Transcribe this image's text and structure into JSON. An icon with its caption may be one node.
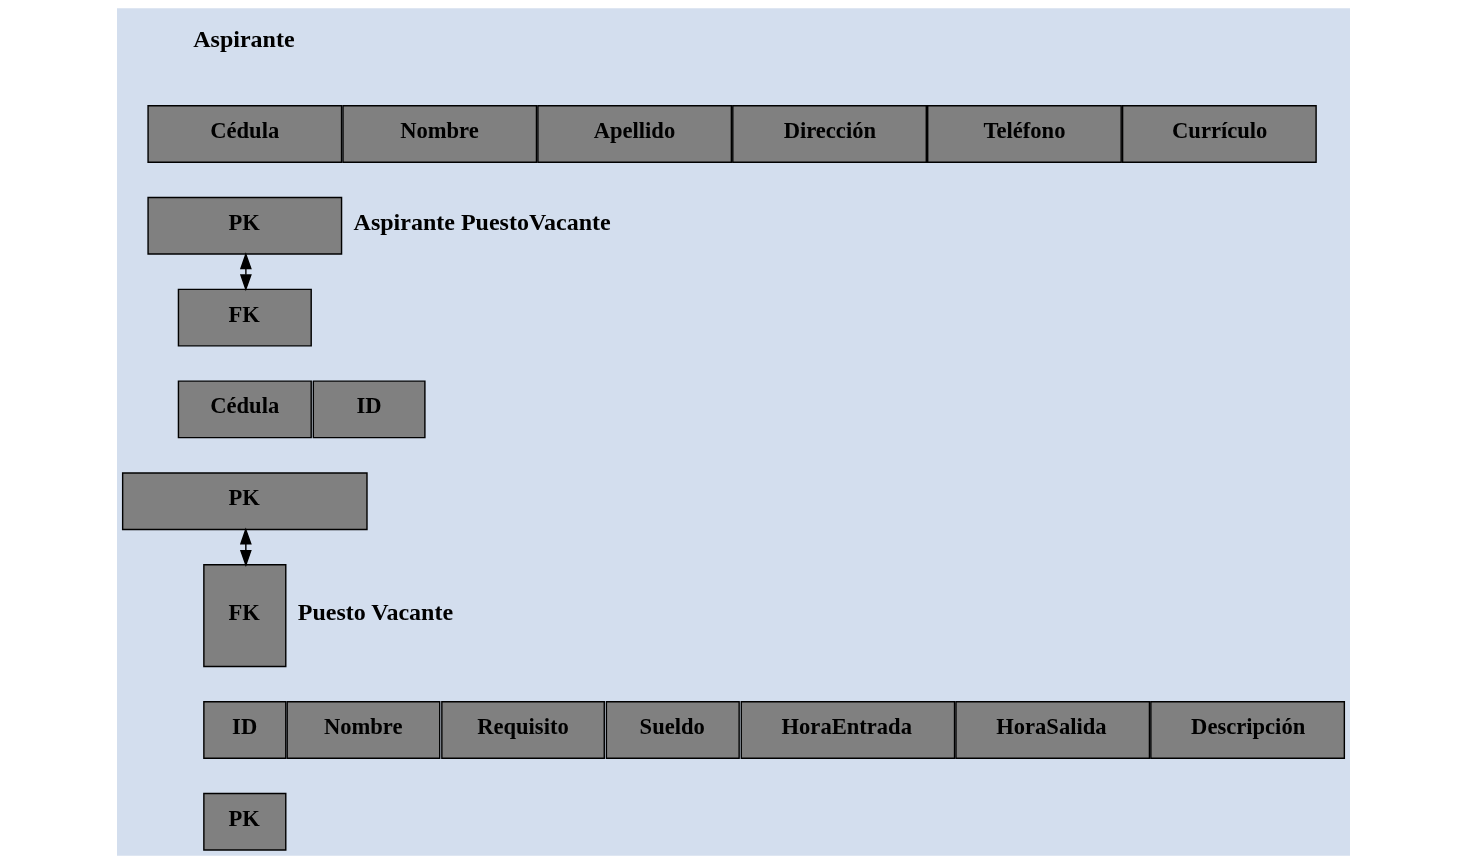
{
  "diagram": {
    "nodes": [
      {
        "text": [
          "Cédula"
        ]
      },
      {
        "text": [
          "Nombre"
        ]
      },
      {
        "text": [
          "Apellido"
        ]
      },
      {
        "text": [
          "Dirección"
        ]
      },
      {
        "text": [
          "Teléfono"
        ]
      },
      {
        "text": [
          "Currículo"
        ]
      },
      {
        "text": [
          "PK"
        ]
      },
      {
        "text": [
          "FK"
        ]
      },
      {
        "text": [
          "Cédula"
        ]
      },
      {
        "text": [
          "ID"
        ]
      },
      {
        "text": [
          "PK"
        ]
      },
      {
        "text": [
          "FK"
        ]
      },
      {
        "text": [
          "ID"
        ]
      },
      {
        "text": [
          "Nombre"
        ]
      },
      {
        "text": [
          "Requisito"
        ]
      },
      {
        "text": [
          "Sueldo"
        ]
      },
      {
        "text": [
          "HoraEntrada"
        ]
      },
      {
        "text": [
          "HoraSalida"
        ]
      },
      {
        "text": [
          "Descripción"
        ]
      },
      {
        "text": [
          "PK"
        ]
      }
    ],
    "edges": [
      {
        "from": 6,
        "to": 7,
        "arrow": "both"
      },
      {
        "from": 10,
        "to": 11,
        "arrow": "both"
      }
    ],
    "labels": [
      "Aspirante",
      "Aspirante PuestoVacante",
      "Puesto Vacante"
    ]
  }
}
